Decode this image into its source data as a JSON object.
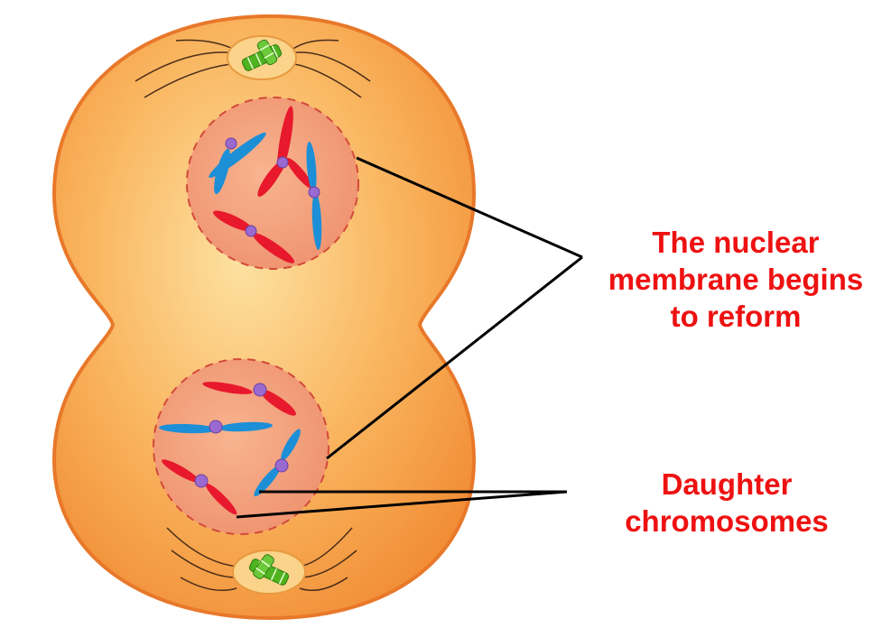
{
  "labels": {
    "membrane": {
      "lines": [
        "The nuclear",
        "membrane begins",
        "to reform"
      ]
    },
    "daughter": {
      "lines": [
        "Daughter",
        "chromosomes"
      ]
    }
  },
  "colors": {
    "label_text": "#ee1111",
    "cell_fill": "#f7a84e",
    "cell_outline": "#e8782a",
    "nucleus_fill": "#f4a27a",
    "nucleus_border": "#d24a3a",
    "chromosome_red": "#e8192c",
    "chromosome_blue": "#1d8fd6",
    "centromere": "#9a6ad0",
    "centrosome": "#55bb22",
    "leader_line": "#000000"
  }
}
